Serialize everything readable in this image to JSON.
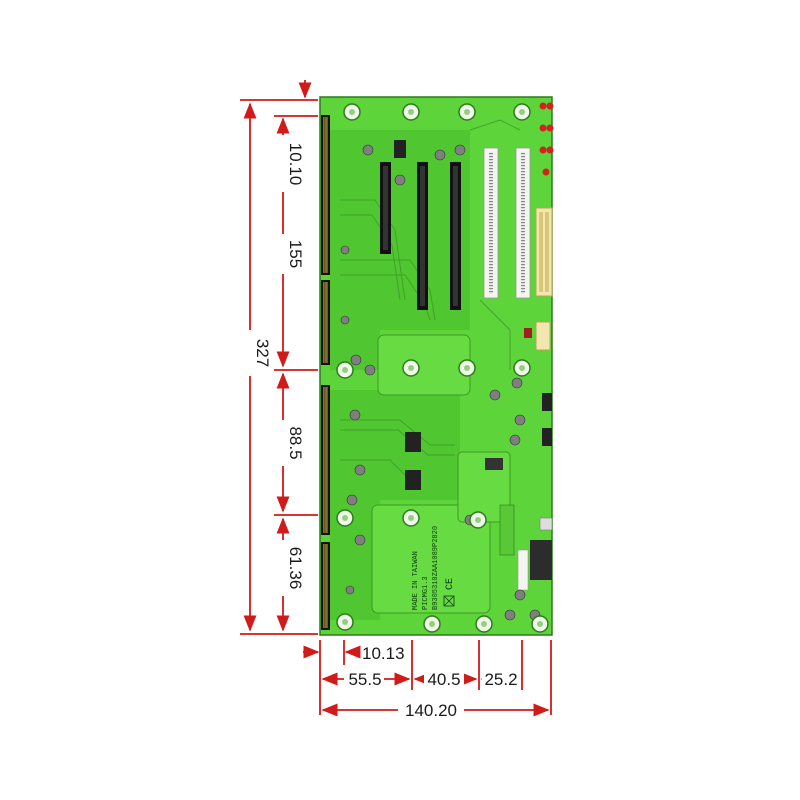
{
  "colors": {
    "dimension_line": "#d11a1a",
    "board_green": "#5dd43a",
    "board_dark": "#2e7a1c",
    "slot_black": "#111111",
    "slot_white": "#f4f4f0",
    "connector_gold": "#e6c25a",
    "label_text": "#1a1a1a"
  },
  "dimensions": {
    "left_inner": [
      {
        "id": "dim-top-offset",
        "label": "10.10"
      },
      {
        "id": "dim-section-1",
        "label": "155"
      },
      {
        "id": "dim-section-2",
        "label": "88.5"
      },
      {
        "id": "dim-section-3",
        "label": "61.36"
      }
    ],
    "left_outer": {
      "id": "dim-total-height",
      "label": "327"
    },
    "bottom": [
      {
        "id": "dim-left-offset",
        "label": "10.13"
      },
      {
        "id": "dim-width-1",
        "label": "55.5"
      },
      {
        "id": "dim-width-2",
        "label": "40.5"
      },
      {
        "id": "dim-width-3",
        "label": "25.2"
      }
    ],
    "bottom_total": {
      "id": "dim-total-width",
      "label": "140.20"
    }
  },
  "board": {
    "silkscreen": [
      "MADE IN TAIWAN",
      "PICMG1.3",
      "B9305310ZAA1089P2820"
    ],
    "ce_mark": "CE"
  },
  "icons": [
    "mounting-hole-icon",
    "arrow-icon",
    "ce-mark-icon",
    "recycle-bin-icon"
  ]
}
